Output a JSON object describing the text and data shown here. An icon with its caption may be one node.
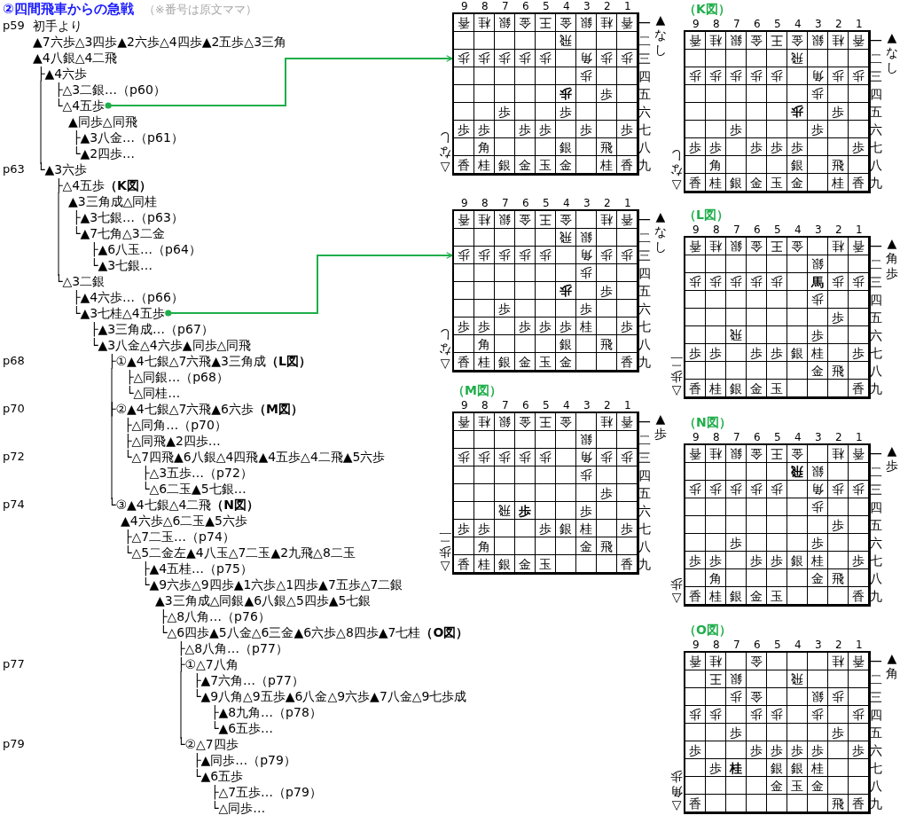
{
  "diagram": {
    "title": "②四間飛車からの急戦",
    "nodes": [
      {
        "text": [
          "└△4五歩"
        ]
      },
      {
        "text": [
          "└▲3七桂△4五歩"
        ]
      },
      {
        "text": [],
        "shape": "box",
        "beside": [
          "▲なし",
          "△なし"
        ]
      },
      {
        "text": [
          "（K図）"
        ],
        "beside": [
          "▲なし",
          "△なし"
        ]
      },
      {
        "text": [],
        "shape": "box",
        "beside": [
          "▲なし",
          "△なし"
        ]
      },
      {
        "text": [
          "（L図）"
        ],
        "beside": [
          "▲角歩",
          "△歩二"
        ]
      },
      {
        "text": [
          "（M図）"
        ],
        "beside": [
          "▲歩",
          "△歩二"
        ]
      },
      {
        "text": [
          "（N図）"
        ],
        "beside": [
          "▲歩",
          "△歩"
        ]
      },
      {
        "text": [
          "（O図）"
        ],
        "beside": [
          "▲角",
          "△角歩"
        ]
      }
    ],
    "edges": [
      {
        "from": 0,
        "to": 2,
        "arrow": "to"
      },
      {
        "from": 1,
        "to": 4,
        "arrow": "to"
      }
    ],
    "labels": [
      "（※番号は原文ママ）",
      "p59",
      "初手より",
      "▲7六歩△3四歩▲2六歩△4四歩▲2五歩△3三角",
      "▲4八銀△4二飛",
      "├▲4六歩",
      "├△3二銀…（p60）",
      "▲同歩△同飛",
      "├▲3八金…（p61）",
      "└▲2四歩…",
      "p63",
      "└▲3六歩",
      "├△4五歩**（K図）**",
      "▲3三角成△同桂",
      "├▲3七銀…（p63）",
      "└▲7七角△3二金",
      "├▲6八玉…（p64）",
      "└▲3七銀…",
      "└△3二銀",
      "├▲4六歩…（p66）",
      "├▲3三角成…（p67）",
      "└▲3八金△4六歩▲同歩△同飛",
      "p68",
      "├①▲4七銀△7六飛▲3三角成**（L図）**",
      "├△同銀…（p68）",
      "└△同桂…",
      "p70",
      "├②▲4七銀△7六飛▲6六歩**（M図）**",
      "├△同角…（p70）",
      "├△同飛▲2四歩…",
      "p72",
      "└△7四飛▲6八銀△4四飛▲4五歩△4二飛▲5六歩",
      "├△3五歩…（p72）",
      "└△6二玉▲5七銀…",
      "p74",
      "└③▲4七銀△4二飛**（N図）**",
      "▲4六歩△6二玉▲5六歩",
      "├△7二玉…（p74）",
      "└△5二金左▲4八玉△7二玉▲2九飛△8二玉",
      "├▲4五桂…（p75）",
      "└▲9六歩△9四歩▲1六歩△1四歩▲7五歩△7二銀",
      "▲3三角成△同銀▲6八銀△5四歩▲5七銀",
      "├△8八角…（p76）",
      "└△6四歩▲5八金△6三金▲6六歩△8四歩▲7七桂**（O図）**",
      "├△8八角…（p77）",
      "p77",
      "├①△7八角",
      "├▲7六角…（p77）",
      "└▲9八角△9五歩▲6八金△9六歩▲7八金△9七歩成",
      "├▲8九角…（p78）",
      "└▲6五歩…",
      "p79",
      "└②△7四歩",
      "├▲同歩…（p79）",
      "└▲6五歩",
      "├△7五歩…（p79）",
      "└△同歩…",
      "9",
      "8",
      "7",
      "6",
      "5",
      "4",
      "3",
      "2",
      "1",
      "香",
      "桂",
      "銀",
      "金",
      "王",
      "金",
      "銀",
      "桂",
      "香",
      "一",
      "飛",
      "二",
      "歩",
      "歩",
      "歩",
      "歩",
      "歩",
      "角",
      "歩",
      "歩",
      "三",
      "歩",
      "四",
      "歩",
      "歩",
      "五",
      "歩",
      "歩",
      "六",
      "歩",
      "歩",
      "歩",
      "歩",
      "歩",
      "歩",
      "七",
      "角",
      "銀",
      "飛",
      "八",
      "香",
      "桂",
      "銀",
      "金",
      "玉",
      "金",
      "桂",
      "香",
      "九",
      "9",
      "8",
      "7",
      "6",
      "5",
      "4",
      "3",
      "2",
      "1",
      "香",
      "桂",
      "銀",
      "金",
      "王",
      "金",
      "銀",
      "桂",
      "香",
      "一",
      "飛",
      "二",
      "歩",
      "歩",
      "歩",
      "歩",
      "歩",
      "角",
      "歩",
      "歩",
      "三",
      "歩",
      "四",
      "歩",
      "歩",
      "五",
      "歩",
      "歩",
      "六",
      "歩",
      "歩",
      "歩",
      "歩",
      "歩",
      "歩",
      "七",
      "角",
      "銀",
      "飛",
      "八",
      "香",
      "桂",
      "銀",
      "金",
      "玉",
      "金",
      "桂",
      "香",
      "九",
      "9",
      "8",
      "7",
      "6",
      "5",
      "4",
      "3",
      "2",
      "1",
      "香",
      "桂",
      "銀",
      "金",
      "王",
      "金",
      "桂",
      "香",
      "一",
      "飛",
      "銀",
      "二",
      "歩",
      "歩",
      "歩",
      "歩",
      "歩",
      "角",
      "歩",
      "歩",
      "三",
      "歩",
      "四",
      "歩",
      "歩",
      "五",
      "歩",
      "歩",
      "六",
      "歩",
      "歩",
      "歩",
      "歩",
      "歩",
      "桂",
      "歩",
      "七",
      "角",
      "銀",
      "飛",
      "八",
      "香",
      "桂",
      "銀",
      "金",
      "玉",
      "金",
      "香",
      "九",
      "9",
      "8",
      "7",
      "6",
      "5",
      "4",
      "3",
      "2",
      "1",
      "香",
      "桂",
      "銀",
      "金",
      "王",
      "金",
      "桂",
      "香",
      "一",
      "銀",
      "二",
      "歩",
      "歩",
      "歩",
      "歩",
      "歩",
      "馬",
      "歩",
      "歩",
      "三",
      "歩",
      "四",
      "歩",
      "五",
      "飛",
      "歩",
      "六",
      "歩",
      "歩",
      "歩",
      "歩",
      "銀",
      "桂",
      "歩",
      "七",
      "金",
      "飛",
      "八",
      "香",
      "桂",
      "銀",
      "金",
      "玉",
      "香",
      "九",
      "9",
      "8",
      "7",
      "6",
      "5",
      "4",
      "3",
      "2",
      "1",
      "香",
      "桂",
      "銀",
      "金",
      "王",
      "金",
      "桂",
      "香",
      "一",
      "銀",
      "二",
      "歩",
      "歩",
      "歩",
      "歩",
      "歩",
      "角",
      "歩",
      "歩",
      "三",
      "歩",
      "四",
      "歩",
      "五",
      "飛",
      "歩",
      "歩",
      "六",
      "歩",
      "歩",
      "歩",
      "銀",
      "桂",
      "歩",
      "七",
      "角",
      "金",
      "飛",
      "八",
      "香",
      "桂",
      "銀",
      "金",
      "玉",
      "香",
      "九",
      "9",
      "8",
      "7",
      "6",
      "5",
      "4",
      "3",
      "2",
      "1",
      "香",
      "桂",
      "銀",
      "金",
      "王",
      "金",
      "桂",
      "香",
      "一",
      "飛",
      "銀",
      "二",
      "歩",
      "歩",
      "歩",
      "歩",
      "歩",
      "角",
      "歩",
      "歩",
      "三",
      "歩",
      "四",
      "歩",
      "五",
      "歩",
      "歩",
      "六",
      "歩",
      "歩",
      "歩",
      "歩",
      "銀",
      "桂",
      "歩",
      "七",
      "角",
      "金",
      "飛",
      "八",
      "香",
      "桂",
      "銀",
      "金",
      "玉",
      "香",
      "九",
      "9",
      "8",
      "7",
      "6",
      "5",
      "4",
      "3",
      "2",
      "1",
      "香",
      "桂",
      "金",
      "桂",
      "香",
      "一",
      "王",
      "銀",
      "飛",
      "二",
      "歩",
      "金",
      "銀",
      "歩",
      "三",
      "歩",
      "歩",
      "歩",
      "歩",
      "歩",
      "歩",
      "四",
      "歩",
      "歩",
      "五",
      "歩",
      "歩",
      "歩",
      "歩",
      "歩",
      "歩",
      "六",
      "歩",
      "桂",
      "銀",
      "銀",
      "桂",
      "七",
      "金",
      "玉",
      "金",
      "八",
      "香",
      "飛",
      "香",
      "九"
    ]
  }
}
